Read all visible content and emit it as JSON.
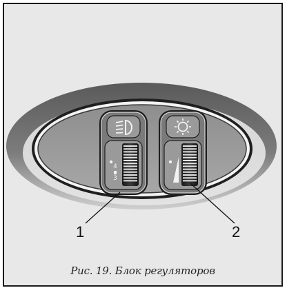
{
  "figure": {
    "caption": "Рис. 19. Блок регуляторов",
    "callouts": [
      "1",
      "2"
    ]
  },
  "left_dial": {
    "icon": "headlight-leveling-icon",
    "scale_labels": [
      "4",
      "3"
    ]
  },
  "right_dial": {
    "icon": "dashboard-illumination-icon"
  },
  "colors": {
    "panel_background": "#e8e8e8",
    "outer_housing": "#6f6f6f",
    "inner_panel": "#9a9a9a",
    "control_frame": "#7a7a7a"
  }
}
